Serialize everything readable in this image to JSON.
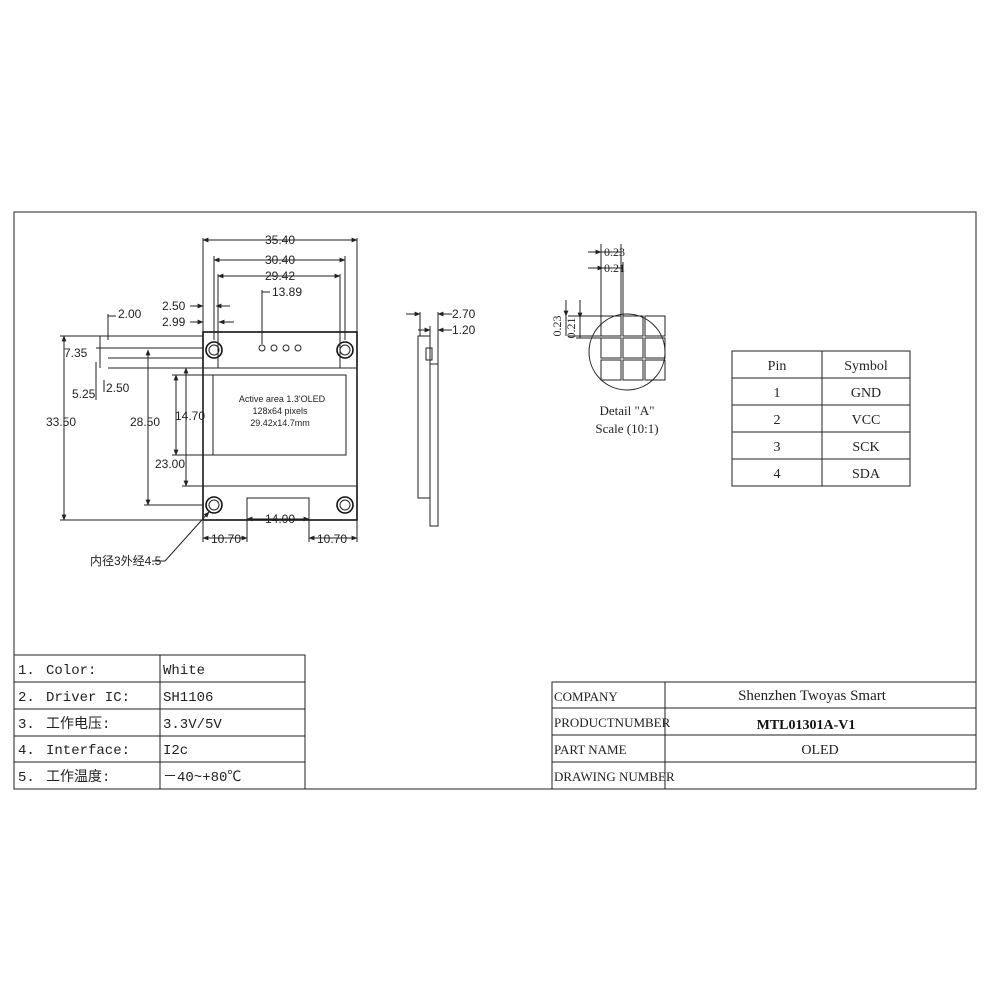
{
  "front_view": {
    "dims": {
      "overall_width": "35.40",
      "hole_pitch_x": "30.40",
      "glass_width": "29.42",
      "pin_offset": "13.89",
      "edge_to_glass": "2.50",
      "edge_to_hole": "2.99",
      "left_offset": "2.00",
      "top_to_area": "7.35",
      "area_left": "5.25",
      "area_left2": "2.50",
      "overall_height": "33.50",
      "hole_pitch_y": "28.50",
      "area_height": "14.70",
      "glass_height": "23.00",
      "connector_width": "14.00",
      "bottom_left": "10.70",
      "bottom_right": "10.70"
    },
    "active_area": {
      "line1": "Active area 1.3'OLED",
      "line2": "128x64 pixels",
      "line3": "29.42x14.7mm"
    },
    "hole_note": "内径3外经4.5"
  },
  "side_view": {
    "dim_thickness": "2.70",
    "dim_glass": "1.20"
  },
  "detail_view": {
    "pixel_w": "0.23",
    "pixel_gap": "0.21",
    "pixel_h": "0.23",
    "pixel_gap_v": "0.21",
    "label": "Detail \"A\"",
    "scale": "Scale (10:1)"
  },
  "pin_table": {
    "headers": [
      "Pin",
      "Symbol"
    ],
    "rows": [
      {
        "pin": "1",
        "symbol": "GND"
      },
      {
        "pin": "2",
        "symbol": "VCC"
      },
      {
        "pin": "3",
        "symbol": "SCK"
      },
      {
        "pin": "4",
        "symbol": "SDA"
      }
    ]
  },
  "spec_table": {
    "rows": [
      {
        "num": "1.",
        "label": "Color:",
        "value": "White"
      },
      {
        "num": "2.",
        "label": "Driver IC:",
        "value": "SH1106"
      },
      {
        "num": "3.",
        "label": "工作电压:",
        "value": "3.3V/5V"
      },
      {
        "num": "4.",
        "label": "Interface:",
        "value": "I2c"
      },
      {
        "num": "5.",
        "label": "工作温度:",
        "value": "－40~+80℃"
      }
    ]
  },
  "title_block": {
    "rows": [
      {
        "label": "COMPANY",
        "value": "Shenzhen Twoyas Smart"
      },
      {
        "label": "PRODUCTNUMBER",
        "value": "MTL01301A-V1"
      },
      {
        "label": "PART NAME",
        "value": "OLED"
      },
      {
        "label": "DRAWING NUMBER",
        "value": ""
      }
    ]
  }
}
